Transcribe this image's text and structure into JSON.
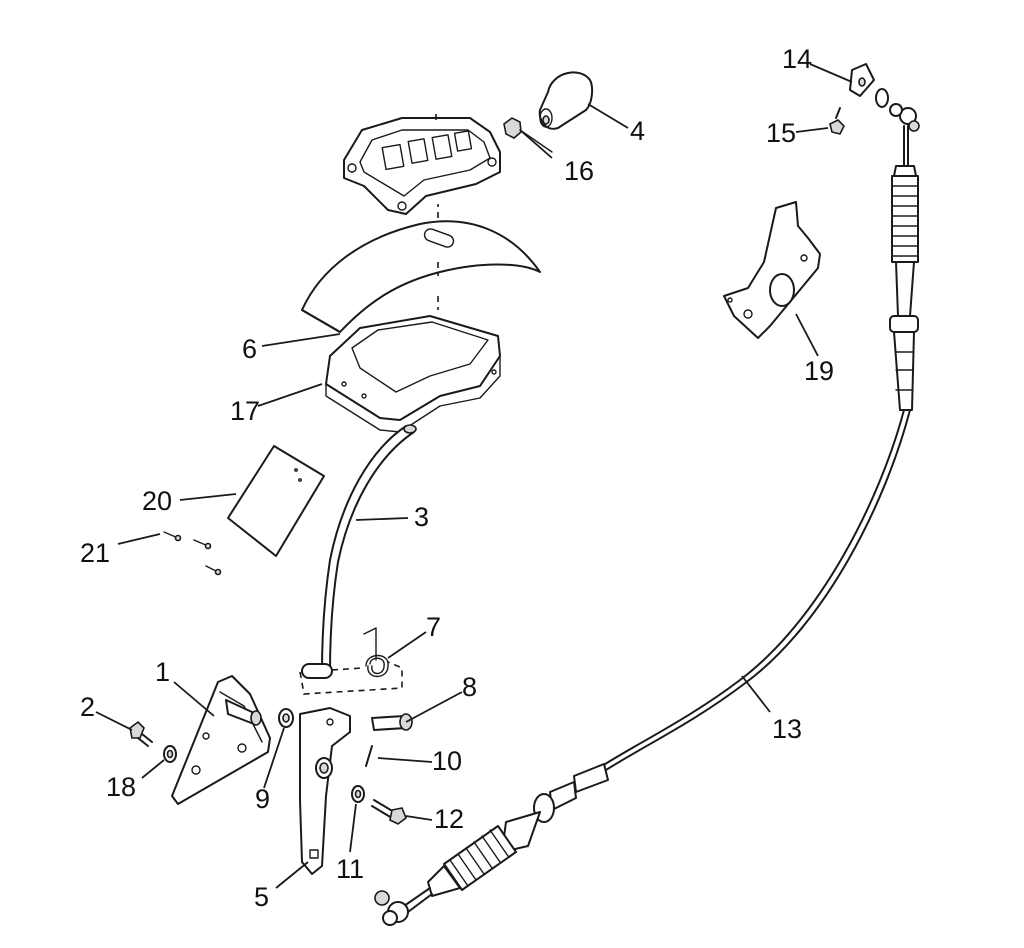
{
  "callouts": [
    {
      "id": "c1",
      "text": "1"
    },
    {
      "id": "c2",
      "text": "2"
    },
    {
      "id": "c3",
      "text": "3"
    },
    {
      "id": "c4",
      "text": "4"
    },
    {
      "id": "c5",
      "text": "5"
    },
    {
      "id": "c6",
      "text": "6"
    },
    {
      "id": "c7",
      "text": "7"
    },
    {
      "id": "c8",
      "text": "8"
    },
    {
      "id": "c9",
      "text": "9"
    },
    {
      "id": "c10",
      "text": "10"
    },
    {
      "id": "c11",
      "text": "11"
    },
    {
      "id": "c12",
      "text": "12"
    },
    {
      "id": "c13",
      "text": "13"
    },
    {
      "id": "c14",
      "text": "14"
    },
    {
      "id": "c15",
      "text": "15"
    },
    {
      "id": "c16",
      "text": "16"
    },
    {
      "id": "c17",
      "text": "17"
    },
    {
      "id": "c18",
      "text": "18"
    },
    {
      "id": "c19",
      "text": "19"
    },
    {
      "id": "c20",
      "text": "20"
    },
    {
      "id": "c21",
      "text": "21"
    }
  ]
}
